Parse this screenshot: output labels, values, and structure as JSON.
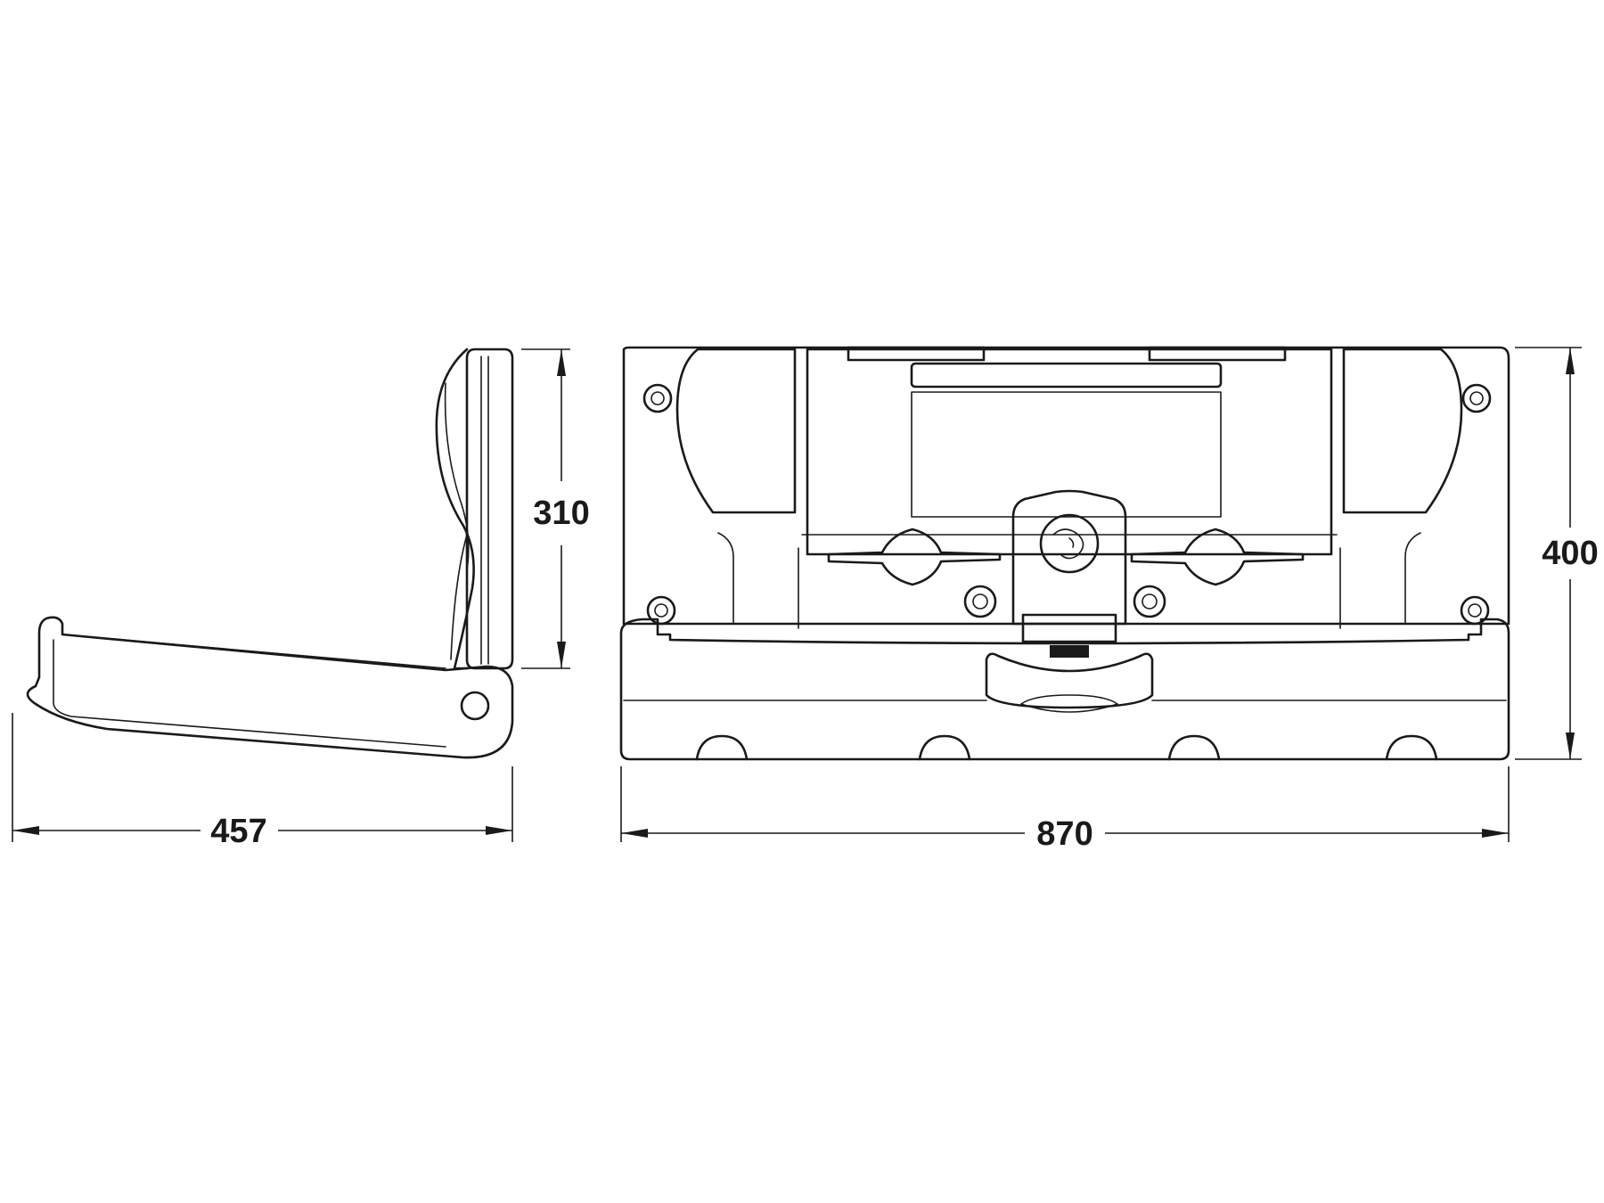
{
  "dimensions": {
    "side_width": "457",
    "side_height": "310",
    "front_width": "870",
    "front_height": "400"
  },
  "colors": {
    "line": "#1a1a1a",
    "background": "#ffffff"
  }
}
